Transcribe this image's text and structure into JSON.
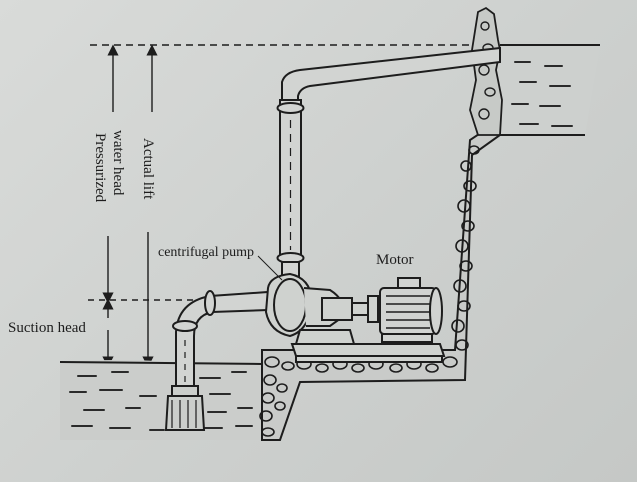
{
  "labels": {
    "actual_lift": "Actual lift",
    "pressurized_water_head_line1": "water head",
    "pressurized_water_head_line2": "Pressurized",
    "centrifugal_pump": "centrifugal pump",
    "motor": "Motor",
    "suction_head": "Suction head"
  },
  "colors": {
    "ink": "#1d1d1d",
    "paper": "#d4d6d4",
    "water_dash": "#2a2a2a"
  }
}
